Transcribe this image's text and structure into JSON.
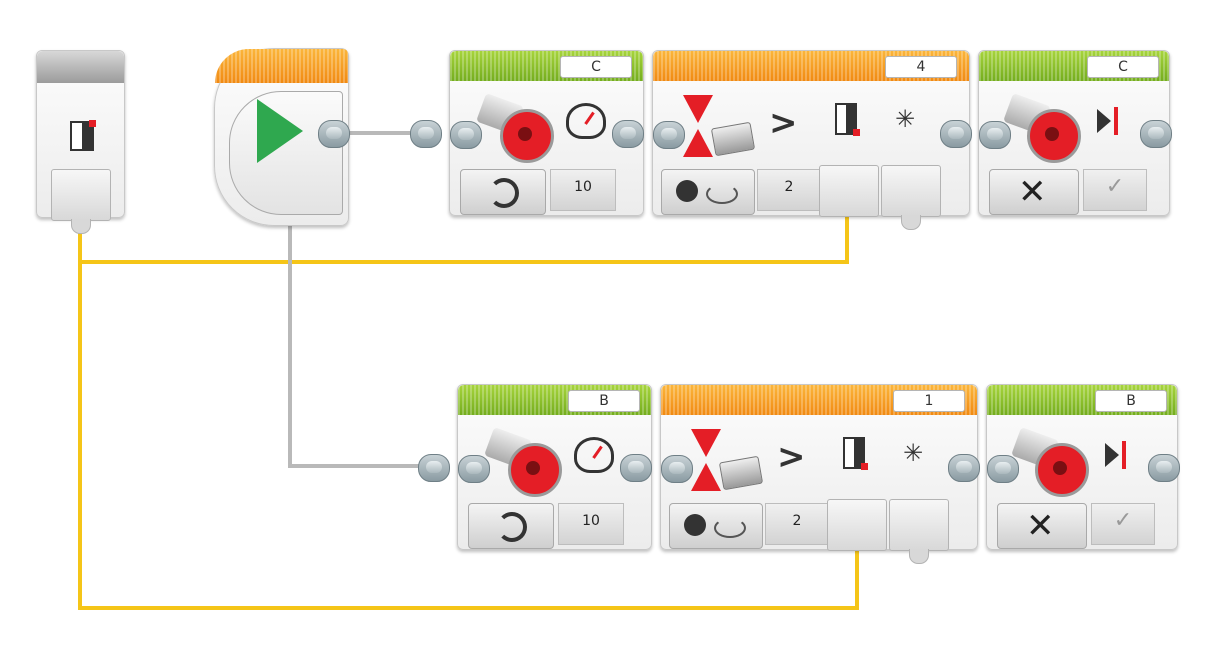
{
  "palette": {
    "wire_yellow": "#f5c518",
    "wire_gray": "#b9b9b9",
    "start_green": "#2fa84f",
    "motor_red": "#e41e26",
    "bar_green": "#8cc63f",
    "bar_orange": "#f7941d"
  },
  "icons": {
    "start": "play-triangle-icon",
    "motor": "large-motor-icon",
    "speed": "speedometer-icon",
    "wait": "hourglass-icon",
    "compare": "greater-than-icon",
    "light": "light-sensor-icon",
    "stop": "x-icon",
    "brake": "checkmark-icon",
    "rotate": "rotate-icon",
    "rate": "rate-of-change-icon"
  },
  "variable_block": {
    "icon": "variable-icon"
  },
  "row1": {
    "motor_port": "C",
    "motor_power": "10",
    "wait_port": "4",
    "wait_compare": ">",
    "wait_threshold": "2",
    "stop_port": "C"
  },
  "row2": {
    "motor_port": "B",
    "motor_power": "10",
    "wait_port": "1",
    "wait_compare": ">",
    "wait_threshold": "2",
    "stop_port": "B"
  }
}
